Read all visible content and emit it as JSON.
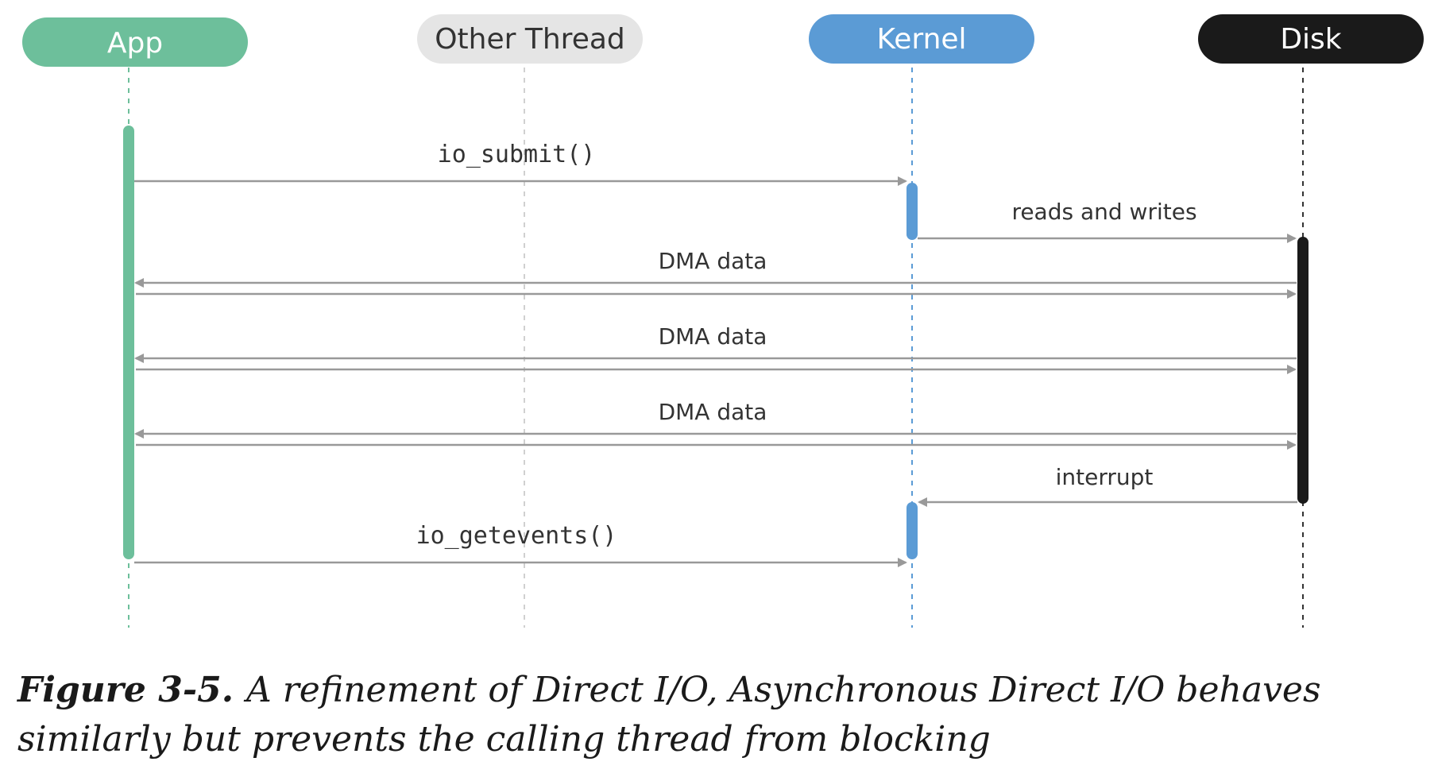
{
  "lanes": [
    {
      "id": "app",
      "label": "App",
      "fill": "#6dbf9b",
      "text": "#ffffff",
      "line": "#6dbf9b"
    },
    {
      "id": "other",
      "label": "Other Thread",
      "fill": "#e5e5e5",
      "text": "#333333",
      "line": "#d0d0d0"
    },
    {
      "id": "kernel",
      "label": "Kernel",
      "fill": "#5b9bd5",
      "text": "#ffffff",
      "line": "#5b9bd5"
    },
    {
      "id": "disk",
      "label": "Disk",
      "fill": "#1a1a1a",
      "text": "#ffffff",
      "line": "#333333"
    }
  ],
  "messages": [
    {
      "label": "io_submit()",
      "from": "app",
      "to": "kernel",
      "mono": true
    },
    {
      "label": "reads and writes",
      "from": "kernel",
      "to": "disk",
      "mono": false
    },
    {
      "label": "DMA data",
      "from": "app",
      "to": "disk",
      "bidirectional": true,
      "mono": false
    },
    {
      "label": "DMA data",
      "from": "app",
      "to": "disk",
      "bidirectional": true,
      "mono": false
    },
    {
      "label": "DMA data",
      "from": "app",
      "to": "disk",
      "bidirectional": true,
      "mono": false
    },
    {
      "label": "interrupt",
      "from": "disk",
      "to": "kernel",
      "mono": false
    },
    {
      "label": "io_getevents()",
      "from": "app",
      "to": "kernel",
      "mono": true
    }
  ],
  "caption": {
    "figure_label": "Figure 3-5.",
    "text": "A refinement of Direct I/O, Asynchronous Direct I/O behaves similarly but prevents the calling thread from blocking"
  }
}
